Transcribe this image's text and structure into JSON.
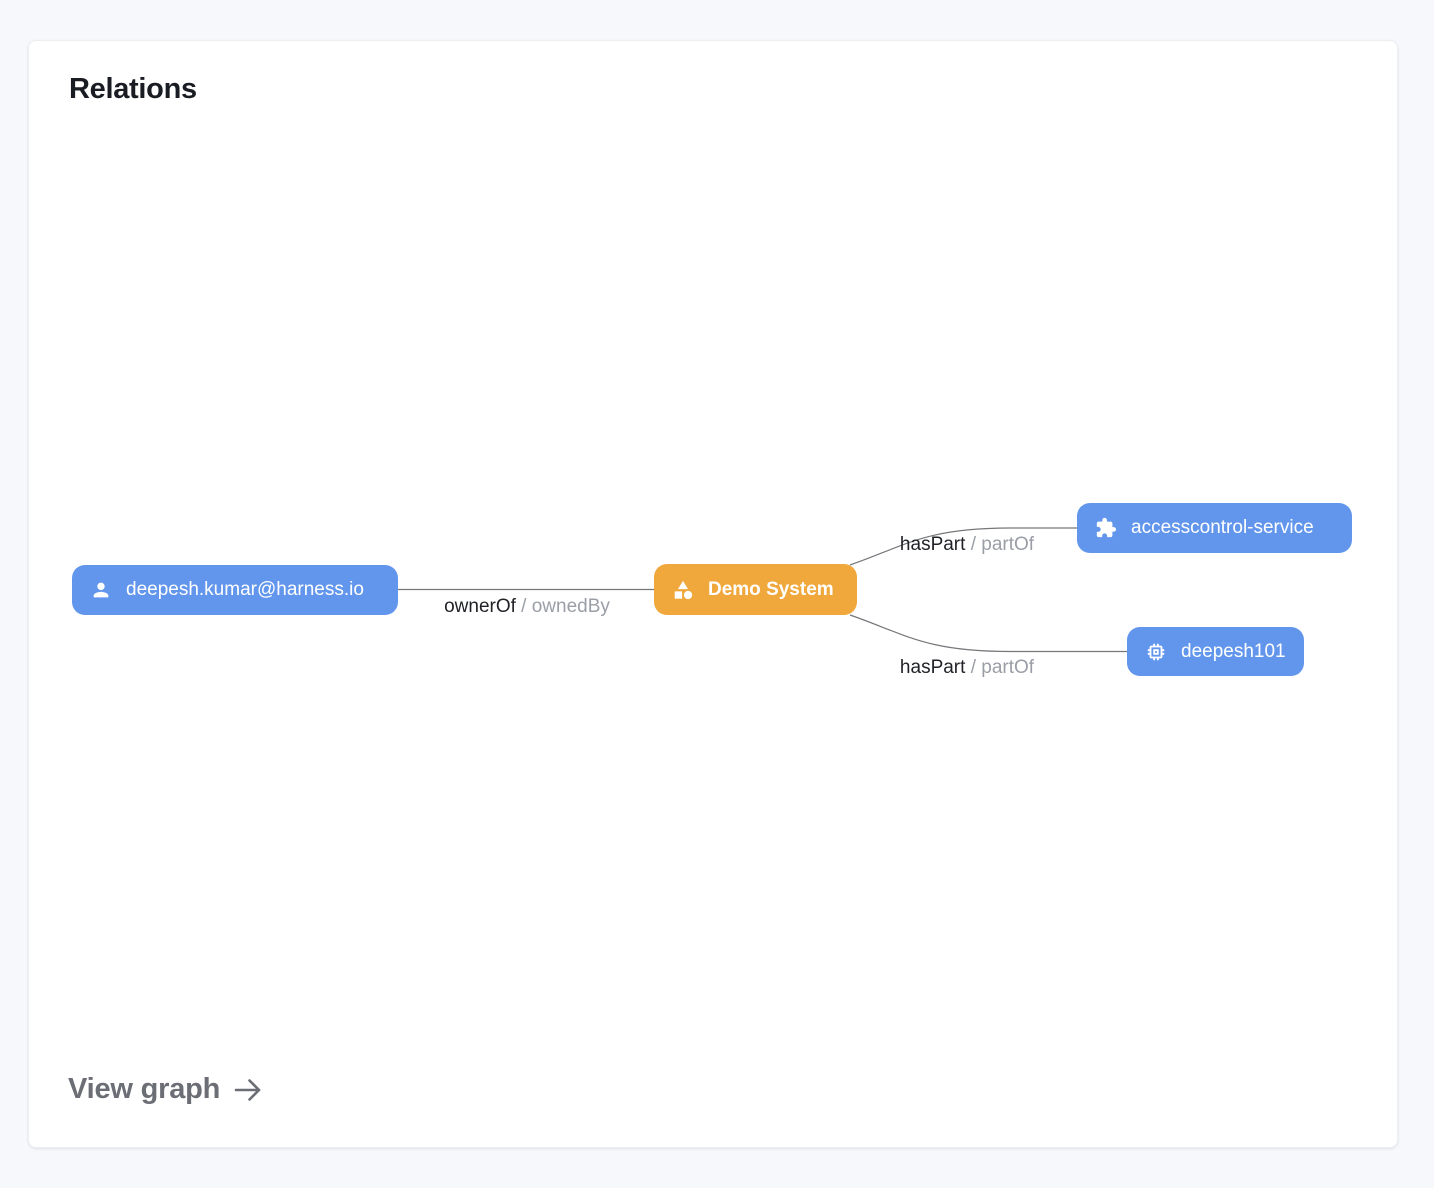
{
  "card": {
    "title": "Relations",
    "view_graph_label": "View graph"
  },
  "graph": {
    "nodes": [
      {
        "id": "user",
        "label": "deepesh.kumar@harness.io",
        "icon": "person-icon",
        "color": "#6296ec"
      },
      {
        "id": "system",
        "label": "Demo System",
        "icon": "category-icon",
        "color": "#f0a83c"
      },
      {
        "id": "service",
        "label": "accesscontrol-service",
        "icon": "puzzle-piece-icon",
        "color": "#6296ec"
      },
      {
        "id": "component",
        "label": "deepesh101",
        "icon": "chip-icon",
        "color": "#6296ec"
      }
    ],
    "edges": [
      {
        "from": "user",
        "to": "system",
        "label_primary": "ownerOf",
        "label_separator": "/",
        "label_secondary": "ownedBy"
      },
      {
        "from": "system",
        "to": "service",
        "label_primary": "hasPart",
        "label_separator": "/",
        "label_secondary": "partOf"
      },
      {
        "from": "system",
        "to": "component",
        "label_primary": "hasPart",
        "label_separator": "/",
        "label_secondary": "partOf"
      }
    ]
  },
  "colors": {
    "page_background": "#f6f8fb",
    "card_background": "#ffffff",
    "node_blue": "#6296ec",
    "node_orange": "#f0a83c",
    "edge_stroke": "#75777b",
    "label_primary": "#1f2126",
    "label_secondary": "#9a9ea6",
    "view_graph": "#6b6e75"
  }
}
